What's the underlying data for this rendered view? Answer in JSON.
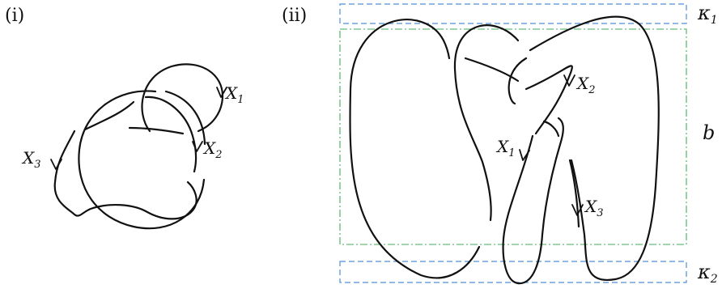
{
  "panel_i": {
    "label": "(i)",
    "components": [
      {
        "name": "X",
        "sub": "1"
      },
      {
        "name": "X",
        "sub": "2"
      },
      {
        "name": "X",
        "sub": "3"
      }
    ]
  },
  "panel_ii": {
    "label": "(ii)",
    "components": [
      {
        "name": "X",
        "sub": "1"
      },
      {
        "name": "X",
        "sub": "2"
      },
      {
        "name": "X",
        "sub": "3"
      }
    ],
    "bands": {
      "top": {
        "name": "κ",
        "sub": "1"
      },
      "middle": {
        "name": "b"
      },
      "bottom": {
        "name": "κ",
        "sub": "2"
      }
    }
  },
  "colors": {
    "kappa_band": "#4f8fd6",
    "b_box": "#3fae5a",
    "ink": "#111111"
  }
}
